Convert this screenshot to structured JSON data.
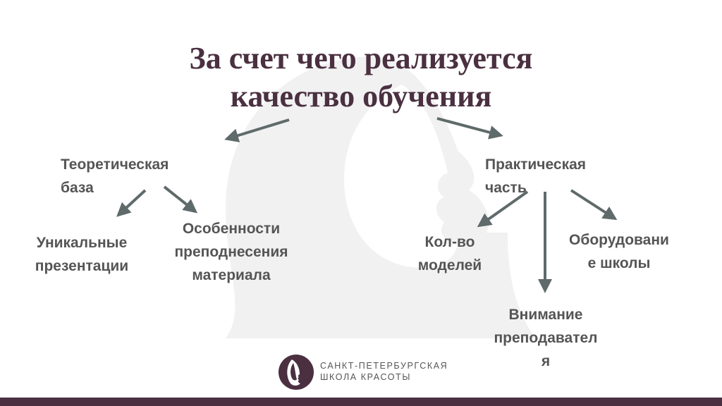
{
  "title": {
    "line1": "За счет чего реализуется",
    "line2": "качество обучения"
  },
  "nodes": {
    "theory": {
      "line1": "Теоретическая",
      "line2": "база"
    },
    "practice": {
      "line1": "Практическая",
      "line2": "часть"
    },
    "unique": {
      "line1": "Уникальные",
      "line2": "презентации"
    },
    "features": {
      "line1": "Особенности",
      "line2": "преподнесения",
      "line3": "материала"
    },
    "models": {
      "line1": "Кол-во",
      "line2": "моделей"
    },
    "equipment": {
      "line1": "Оборудовани",
      "line2": "е школы"
    },
    "attention": {
      "line1": "Внимание",
      "line2": "преподавател",
      "line3": "я"
    }
  },
  "logo": {
    "line1": "САНКТ-ПЕТЕРБУРГСКАЯ",
    "line2": "ШКОЛА КРАСОТЫ"
  },
  "colors": {
    "title": "#4a3040",
    "text": "#555555",
    "arrow": "#5f6a6a",
    "brand": "#4a3040",
    "watermark": "#f1f1f1"
  }
}
